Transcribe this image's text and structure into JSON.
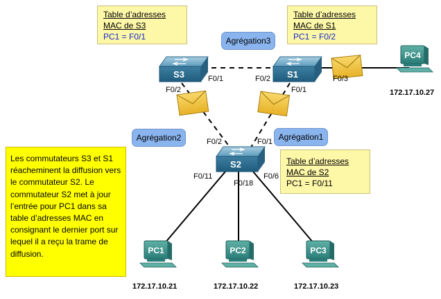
{
  "tables": {
    "s3": {
      "title": "Table d’adresses",
      "subtitle": "MAC de S3",
      "entry": "PC1 = F0/1"
    },
    "s1": {
      "title": "Table d’adresses",
      "subtitle": "MAC de S1",
      "entry": "PC1 = F0/2"
    },
    "s2": {
      "title": "Table d’adresses",
      "subtitle": "MAC de S2",
      "entry": "PC1 = F0/11"
    }
  },
  "aggregations": {
    "agg3": "Agrégation3",
    "agg2": "Agrégation2",
    "agg1": "Agrégation1"
  },
  "switches": {
    "s3": "S3",
    "s1": "S1",
    "s2": "S2"
  },
  "ports": {
    "s3_f01": "F0/1",
    "s3_f02": "F0/2",
    "s1_f02": "F0/2",
    "s1_f01": "F0/1",
    "s1_f03": "F0/3",
    "s2_f02": "F0/2",
    "s2_f01": "F0/1",
    "s2_f011": "F0/11",
    "s2_f018": "F0/18",
    "s2_f06": "F0/6"
  },
  "pcs": {
    "pc1": {
      "label": "PC1",
      "ip": "172.17.10.21"
    },
    "pc2": {
      "label": "PC2",
      "ip": "172.17.10.22"
    },
    "pc3": {
      "label": "PC3",
      "ip": "172.17.10.23"
    },
    "pc4": {
      "label": "PC4",
      "ip": "172.17.10.27"
    }
  },
  "note": "Les commutateurs S3 et S1 réacheminent la diffusion vers le commutateur S2. Le commutateur S2 met à jour l’entrée pour PC1 dans sa table d’adresses MAC en consignant le dernier port sur lequel il a reçu la trame de diffusion.",
  "colors": {
    "table_bg": "#fdf7a8",
    "entry_text": "#1428c8",
    "aggregation_bg": "#8ab4ee",
    "note_bg": "#ffff00",
    "switch_blue": "#3f7fa0",
    "pc_teal": "#3a8f8a",
    "envelope": "#f2c440"
  }
}
